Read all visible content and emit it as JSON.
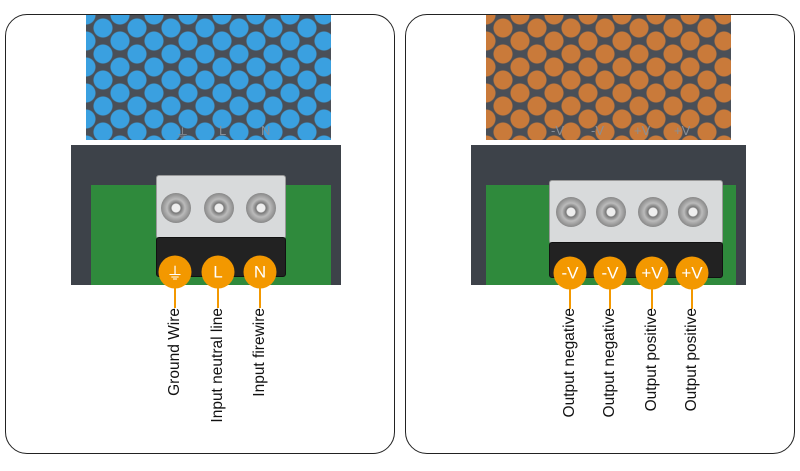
{
  "input_panel": {
    "housing_marks": [
      "⏚",
      "L",
      "N"
    ],
    "terminals": [
      {
        "badge": "⏚",
        "icon": "ground-icon",
        "label": "Ground Wire"
      },
      {
        "badge": "L",
        "label": "Input neutral line"
      },
      {
        "badge": "N",
        "label": "Input firewire"
      }
    ]
  },
  "output_panel": {
    "housing_marks": [
      "-V",
      "-V",
      "+V",
      "+V"
    ],
    "terminals": [
      {
        "badge": "-V",
        "label": "Output negative"
      },
      {
        "badge": "-V",
        "label": "Output negative"
      },
      {
        "badge": "+V",
        "label": "Output positive"
      },
      {
        "badge": "+V",
        "label": "Output positive"
      }
    ]
  },
  "colors": {
    "badge": "#f39800",
    "housing": "#4a4f57",
    "pcb": "#2f8a3c"
  }
}
